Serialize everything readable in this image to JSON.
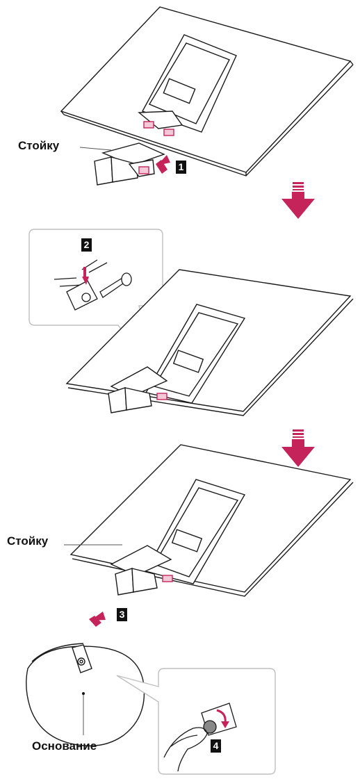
{
  "labels": {
    "stand_top": "Стойку",
    "stand_bottom": "Стойку",
    "base": "Основание"
  },
  "steps": [
    "1",
    "2",
    "3",
    "4"
  ],
  "colors": {
    "arrow": "#c4245a",
    "line": "#1a1a1a",
    "callout": "#bfbfbf",
    "highlight": "#c4245a"
  }
}
